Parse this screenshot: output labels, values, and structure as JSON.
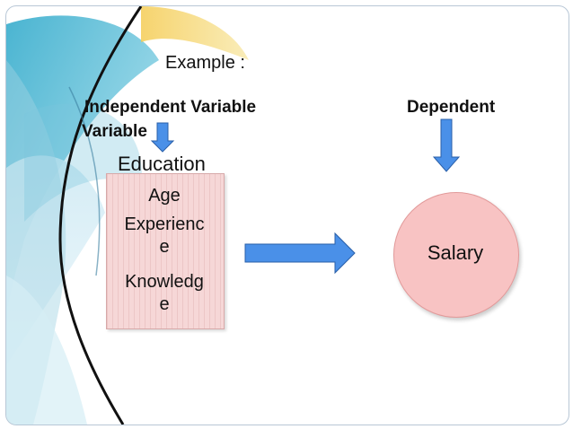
{
  "slide": {
    "title": "Example :",
    "independent_label_line1": "Independent Variable",
    "independent_label_line2": "Variable",
    "dependent_label": "Dependent",
    "education_label": "Education",
    "factors": [
      "Age",
      "Experienc",
      "e",
      "Knowledg",
      "e"
    ],
    "outcome": "Salary"
  },
  "colors": {
    "arrow_fill": "#4a90e8",
    "arrow_stroke": "#2a5fa8",
    "box_fill": "#f6d7d7",
    "circle_fill": "#f8c3c3"
  }
}
